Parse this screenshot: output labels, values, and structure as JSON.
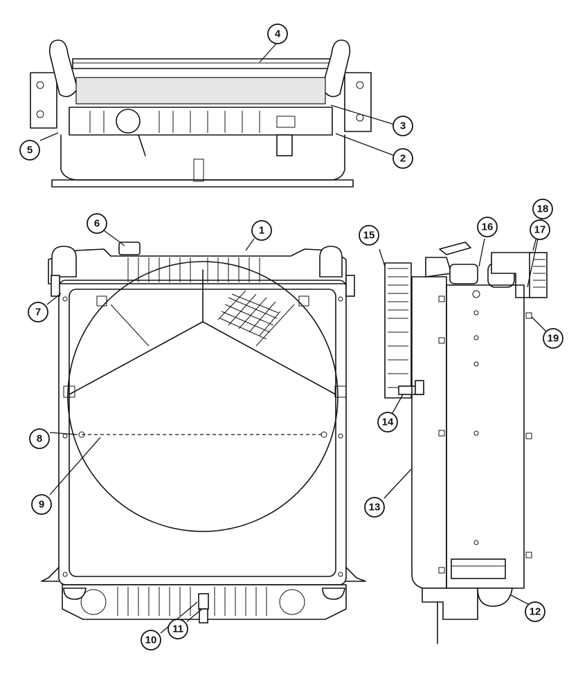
{
  "figure": {
    "views": [
      {
        "name": "top-view"
      },
      {
        "name": "front-view"
      },
      {
        "name": "side-view"
      }
    ],
    "callouts": [
      "1",
      "2",
      "3",
      "4",
      "5",
      "6",
      "7",
      "8",
      "9",
      "10",
      "11",
      "12",
      "13",
      "14",
      "15",
      "16",
      "17",
      "18",
      "19"
    ]
  }
}
